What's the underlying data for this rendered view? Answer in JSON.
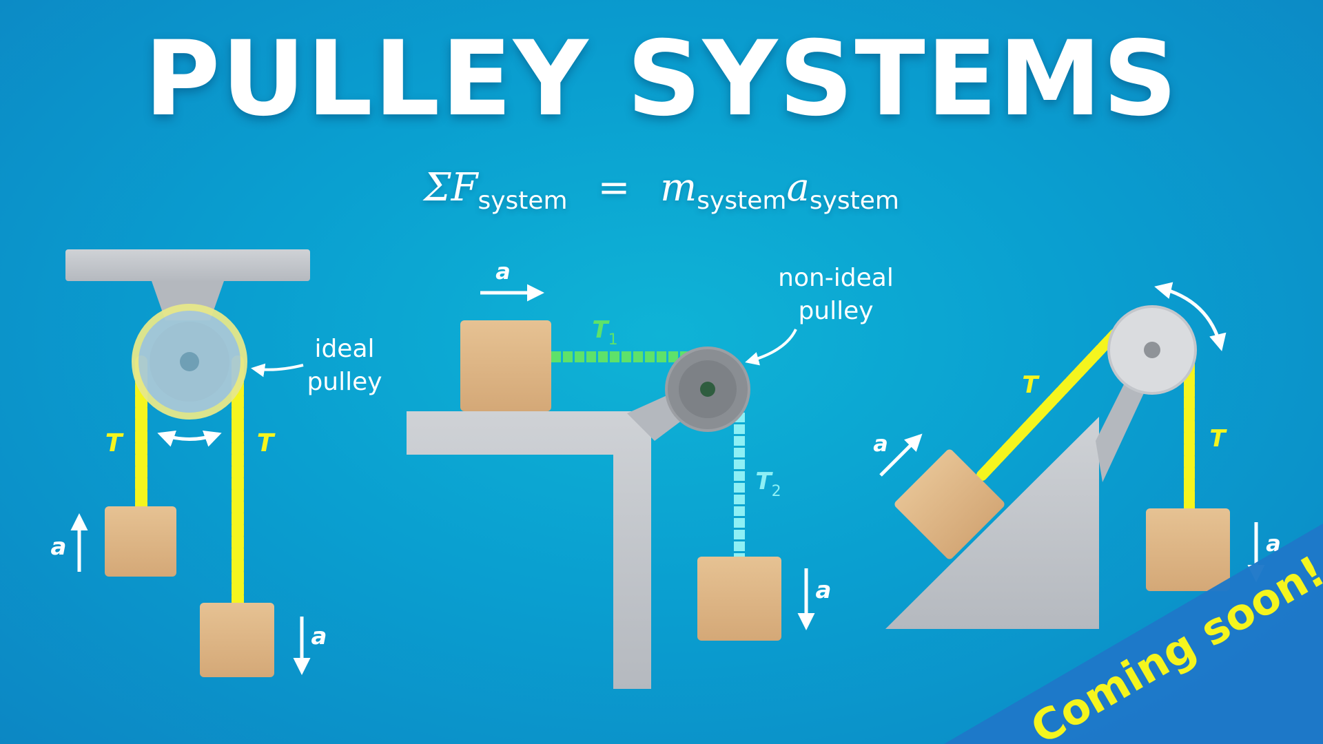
{
  "title": "PULLEY SYSTEMS",
  "equation": {
    "sigma_f": "ΣF",
    "sub1": "system",
    "equals": "=",
    "m": "m",
    "sub2": "system",
    "a": "a",
    "sub3": "system"
  },
  "left_diagram": {
    "pulley_label_line1": "ideal",
    "pulley_label_line2": "pulley",
    "tension_left": "T",
    "tension_right": "T",
    "accel_left": "a",
    "accel_right": "a"
  },
  "middle_diagram": {
    "accel_top": "a",
    "tension1": "T",
    "tension1_sub": "1",
    "pulley_label_line1": "non-ideal",
    "pulley_label_line2": "pulley",
    "tension2": "T",
    "tension2_sub": "2",
    "accel_hanging": "a"
  },
  "right_diagram": {
    "tension_incline": "T",
    "tension_hanging": "T",
    "accel_incline": "a",
    "accel_hanging": "a"
  },
  "banner": {
    "text": "Coming soon!"
  },
  "colors": {
    "rope_yellow": "#f5f51e",
    "rope_green": "#5ee26a",
    "rope_cyan": "#8ef0f5",
    "block": "#deb887",
    "metal": "#c3c6cb",
    "banner_bg": "#1e78c8",
    "banner_text": "#f5f51e"
  }
}
